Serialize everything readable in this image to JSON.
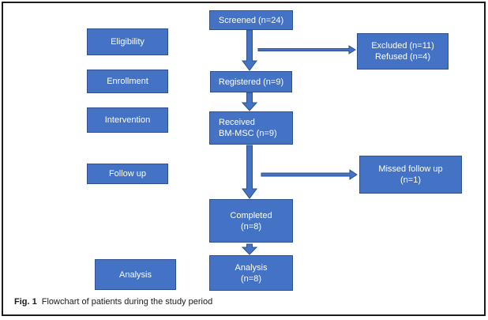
{
  "colors": {
    "node_fill": "#4472C4",
    "node_border": "#2F528F",
    "node_text": "#FFFFFF",
    "arrow_fill": "#4472C4",
    "arrow_stroke": "#2F528F",
    "frame_border": "#1C1C1C"
  },
  "stages": {
    "eligibility": "Eligibility",
    "enrollment": "Enrollment",
    "intervention": "Intervention",
    "follow_up": "Follow up",
    "analysis": "Analysis"
  },
  "nodes": {
    "screened": "Screened (n=24)",
    "registered": "Registered (n=9)",
    "received": {
      "line1": "Received",
      "line2": "BM-MSC (n=9)"
    },
    "completed": {
      "line1": "Completed",
      "line2": "(n=8)"
    },
    "analysis": {
      "line1": "Analysis",
      "line2": "(n=8)"
    },
    "excluded": {
      "line1": "Excluded (n=11)",
      "line2": "Refused (n=4)"
    },
    "missed": {
      "line1": "Missed follow up",
      "line2": "(n=1)"
    }
  },
  "caption": {
    "label": "Fig. 1",
    "text": "Flowchart of patients during the study period"
  }
}
